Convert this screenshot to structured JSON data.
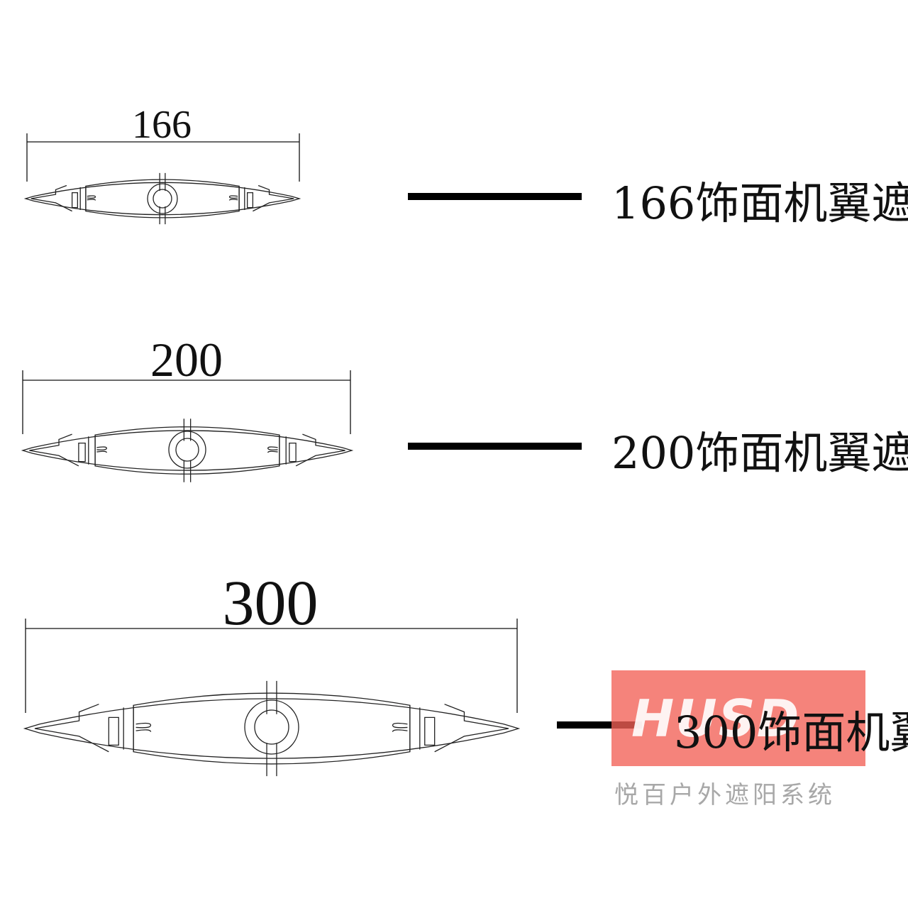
{
  "profiles": [
    {
      "width_label": "166",
      "callout": "166饰面机翼遮"
    },
    {
      "width_label": "200",
      "callout": "200饰面机翼遮"
    },
    {
      "width_label": "300",
      "callout": "300饰面机翼"
    }
  ],
  "watermark": {
    "logo_text": "HUSD",
    "caption": "悦百户外遮阳系统",
    "color": "#f26056"
  },
  "colors": {
    "outline": "#222222",
    "magenta": "#c000c0",
    "leader": "#000000"
  }
}
